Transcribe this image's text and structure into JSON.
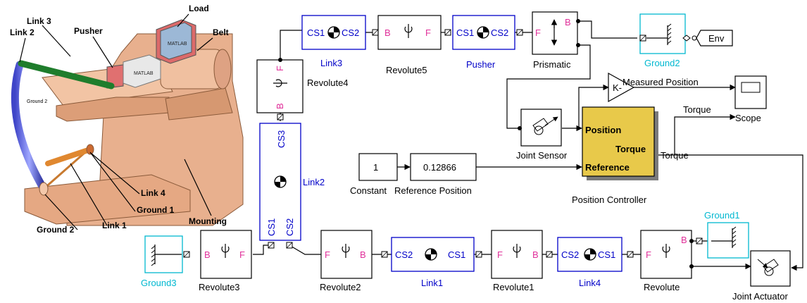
{
  "illustration": {
    "labels": {
      "link2": "Link 2",
      "link3": "Link 3",
      "pusher": "Pusher",
      "load": "Load",
      "belt": "Belt",
      "ground2_small": "Ground 2",
      "link4": "Link 4",
      "ground1": "Ground 1",
      "ground2": "Ground 2",
      "link1": "Link 1",
      "mounting": "Mounting"
    },
    "box_logo": "MATLAB"
  },
  "blocks": {
    "link3": {
      "port_a": "CS1",
      "port_b": "CS2",
      "caption": "Link3"
    },
    "revolute5": {
      "port_b": "B",
      "port_f": "F",
      "caption": "Revolute5"
    },
    "pusher": {
      "port_a": "CS1",
      "port_b": "CS2",
      "caption": "Pusher"
    },
    "prismatic": {
      "port_f": "F",
      "port_b": "B",
      "caption": "Prismatic"
    },
    "ground2": {
      "caption": "Ground2"
    },
    "env": {
      "label": "Env"
    },
    "revolute4": {
      "port_f": "F",
      "port_b": "B",
      "caption": "Revolute4"
    },
    "link2": {
      "port_top": "CS3",
      "port_l": "CS1",
      "port_r": "CS2",
      "caption": "Link2"
    },
    "gain": {
      "label": "K-"
    },
    "scope": {
      "caption": "Scope"
    },
    "joint_sensor": {
      "caption": "Joint Sensor"
    },
    "position_controller": {
      "in_position": "Position",
      "in_reference": "Reference",
      "out_torque": "Torque",
      "caption": "Position Controller",
      "color": "#e8c94a"
    },
    "constant": {
      "value": "1",
      "caption": "Constant"
    },
    "reference_position": {
      "value": "0.12866",
      "caption": "Reference Position"
    },
    "ground3": {
      "caption": "Ground3"
    },
    "revolute3": {
      "port_b": "B",
      "port_f": "F",
      "caption": "Revolute3"
    },
    "revolute2": {
      "port_f": "F",
      "port_b": "B",
      "caption": "Revolute2"
    },
    "link1": {
      "port_a": "CS2",
      "port_b": "CS1",
      "caption": "Link1"
    },
    "revolute1": {
      "port_f": "F",
      "port_b": "B",
      "caption": "Revolute1"
    },
    "link4": {
      "port_a": "CS2",
      "port_b": "CS1",
      "caption": "Link4"
    },
    "revolute": {
      "port_f": "F",
      "port_b": "B",
      "caption": "Revolute"
    },
    "ground1": {
      "caption": "Ground1"
    },
    "joint_actuator": {
      "caption": "Joint Actuator"
    }
  },
  "signals": {
    "measured_position": "Measured Position",
    "torque_top": "Torque",
    "torque_out": "Torque"
  },
  "colors": {
    "body_blue": "#0000c8",
    "ground_cyan": "#00b8d0",
    "port_magenta": "#e0309a",
    "controller_fill": "#e8c94a",
    "mounting_tan": "#e8b08e"
  }
}
